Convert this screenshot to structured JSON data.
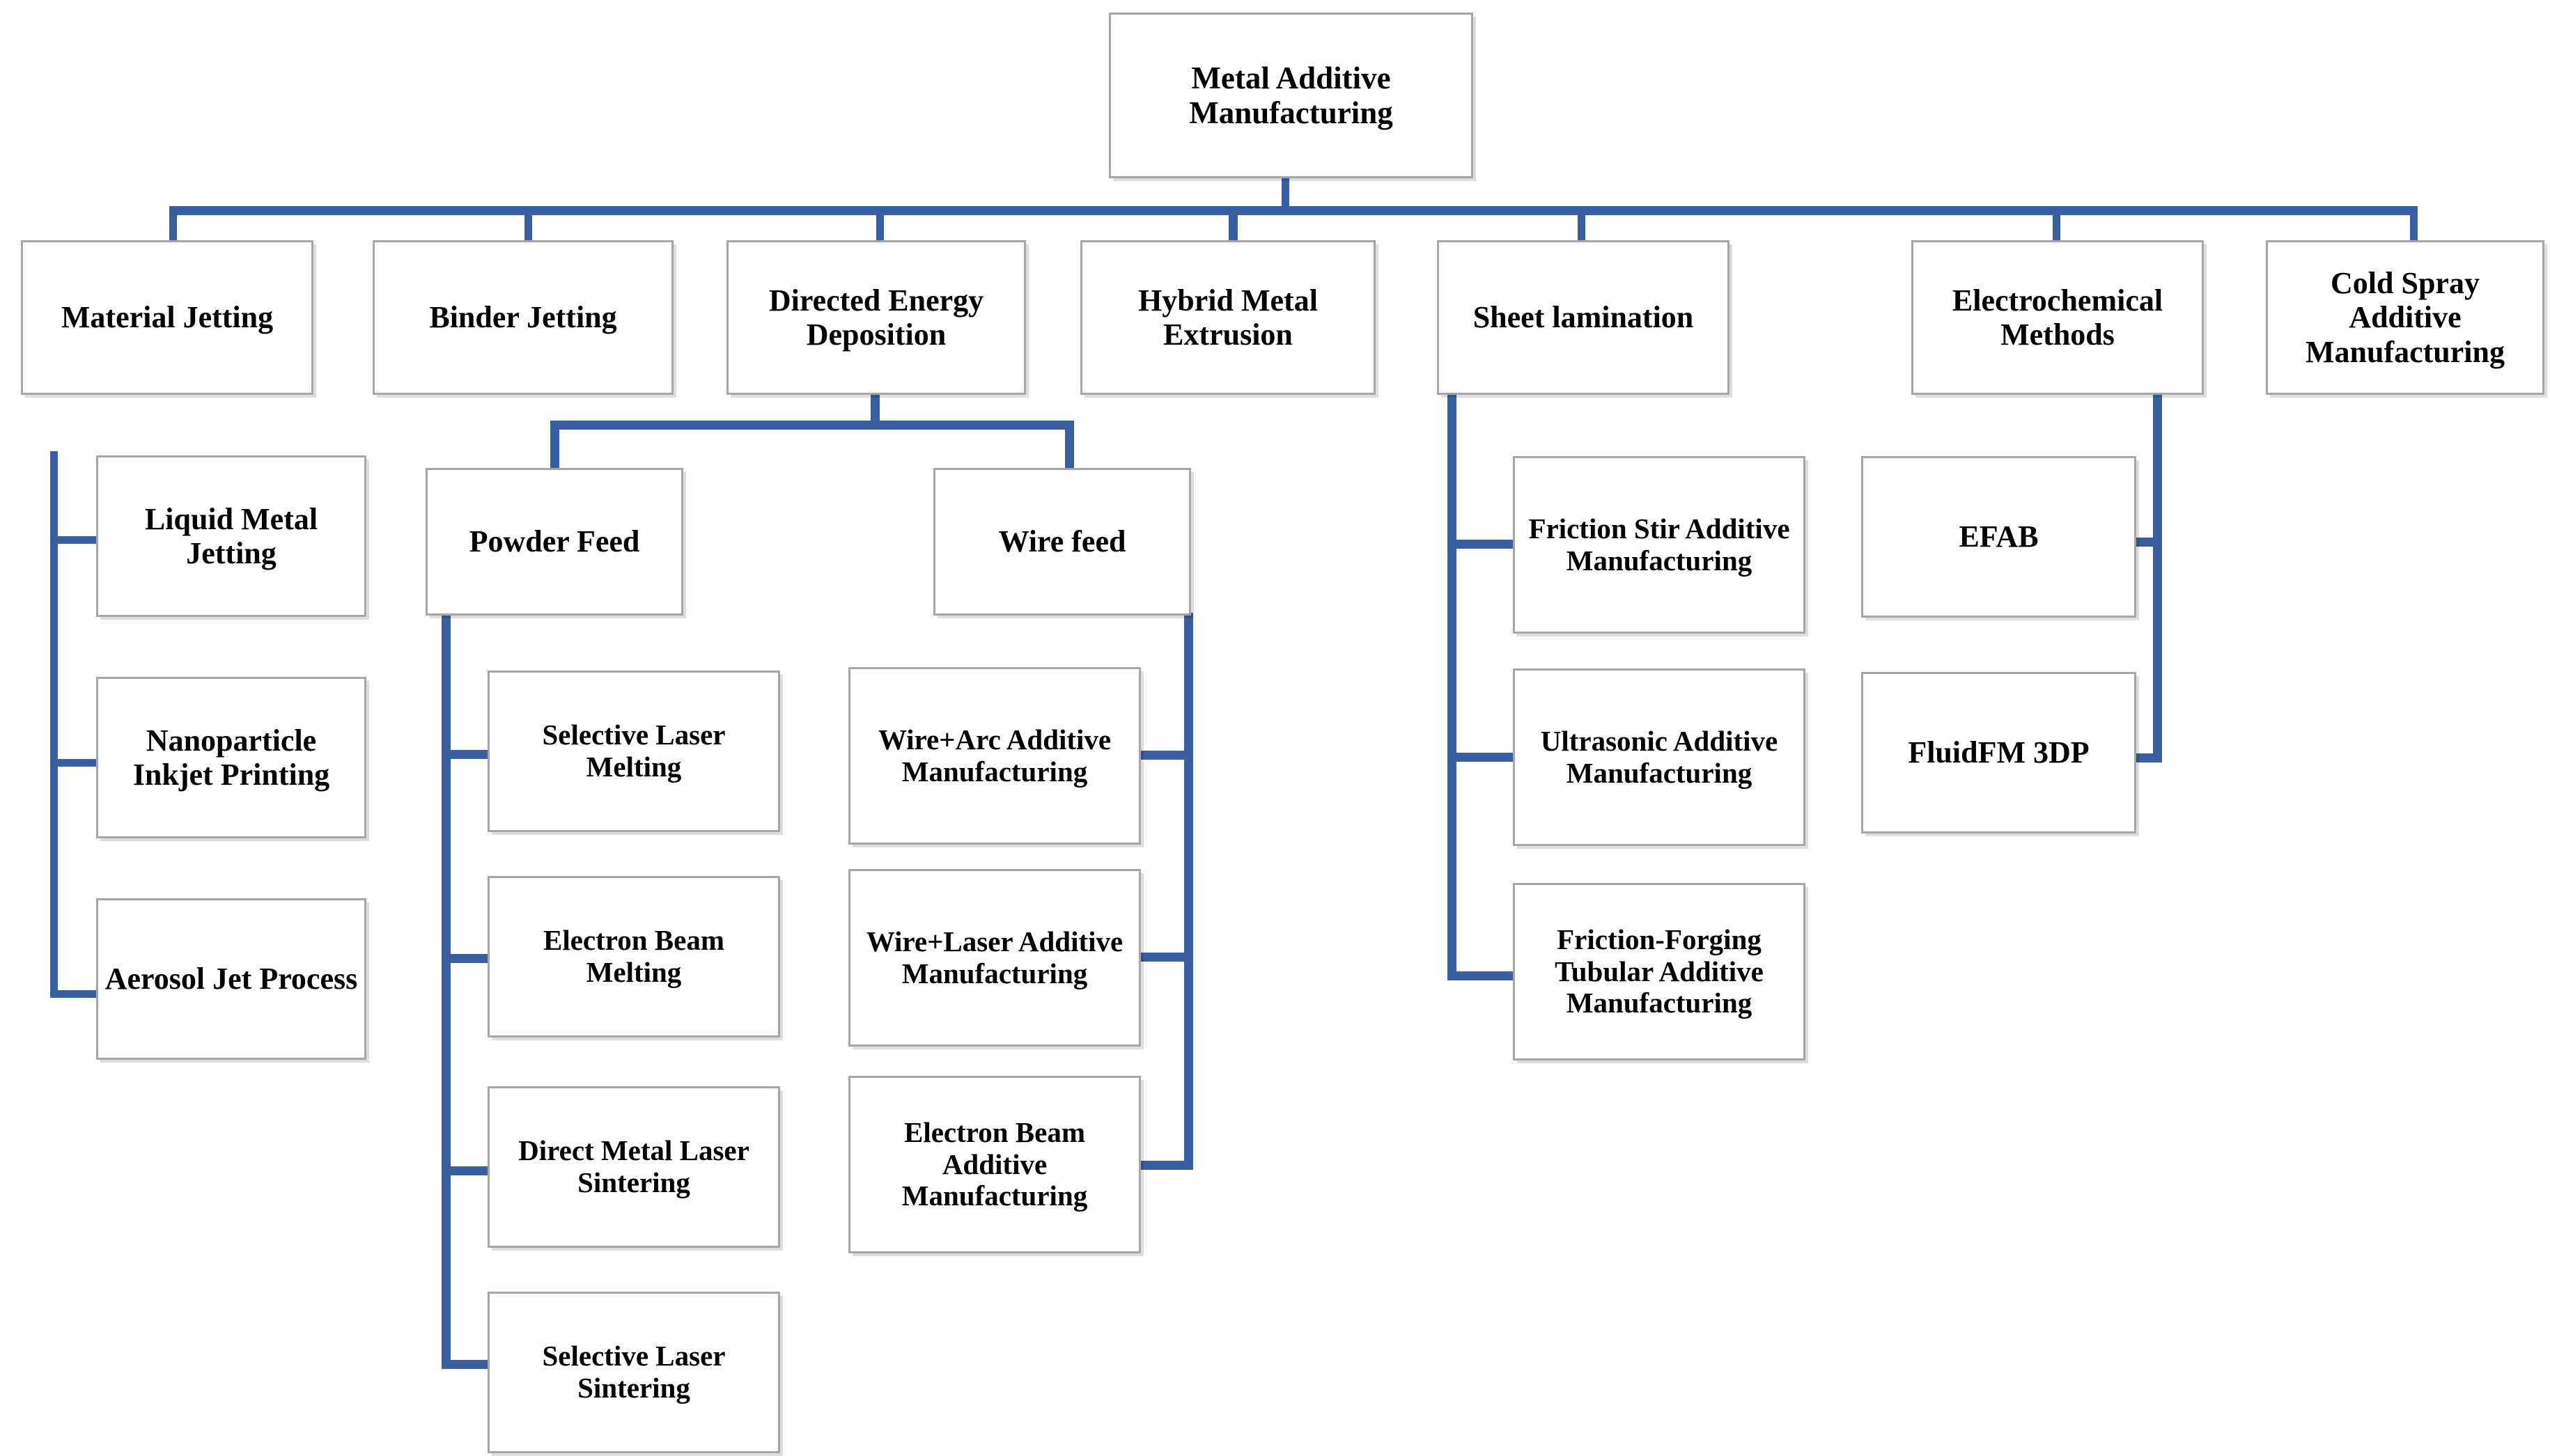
{
  "diagram": {
    "title": "Metal Additive Manufacturing taxonomy",
    "type": "tree",
    "colors": {
      "connector": "#3a5fa0",
      "node_border": "#a6a6a6",
      "node_fill": "#ffffff",
      "text": "#000000"
    },
    "root": {
      "label": "Metal Additive Manufacturing"
    },
    "level1": [
      {
        "label": "Material Jetting"
      },
      {
        "label": "Binder Jetting"
      },
      {
        "label": "Directed Energy Deposition"
      },
      {
        "label": "Hybrid Metal Extrusion"
      },
      {
        "label": "Sheet lamination"
      },
      {
        "label": "Electrochemical Methods"
      },
      {
        "label": "Cold Spray Additive Manufacturing"
      }
    ],
    "material_jetting_children": [
      {
        "label": "Liquid Metal Jetting"
      },
      {
        "label": "Nanoparticle Inkjet Printing"
      },
      {
        "label": "Aerosol Jet Process"
      }
    ],
    "ded_children": [
      {
        "label": "Powder Feed"
      },
      {
        "label": "Wire feed"
      }
    ],
    "powder_feed_children": [
      {
        "label": "Selective Laser Melting"
      },
      {
        "label": "Electron Beam Melting"
      },
      {
        "label": "Direct Metal Laser Sintering"
      },
      {
        "label": "Selective Laser Sintering"
      }
    ],
    "wire_feed_children": [
      {
        "label": "Wire+Arc Additive Manufacturing"
      },
      {
        "label": "Wire+Laser Additive Manufacturing"
      },
      {
        "label": "Electron Beam Additive Manufacturing"
      }
    ],
    "sheet_lamination_children": [
      {
        "label": "Friction Stir Additive Manufacturing"
      },
      {
        "label": "Ultrasonic Additive Manufacturing"
      },
      {
        "label": "Friction-Forging Tubular Additive Manufacturing"
      }
    ],
    "electrochemical_children": [
      {
        "label": "EFAB"
      },
      {
        "label": "FluidFM 3DP"
      }
    ]
  }
}
